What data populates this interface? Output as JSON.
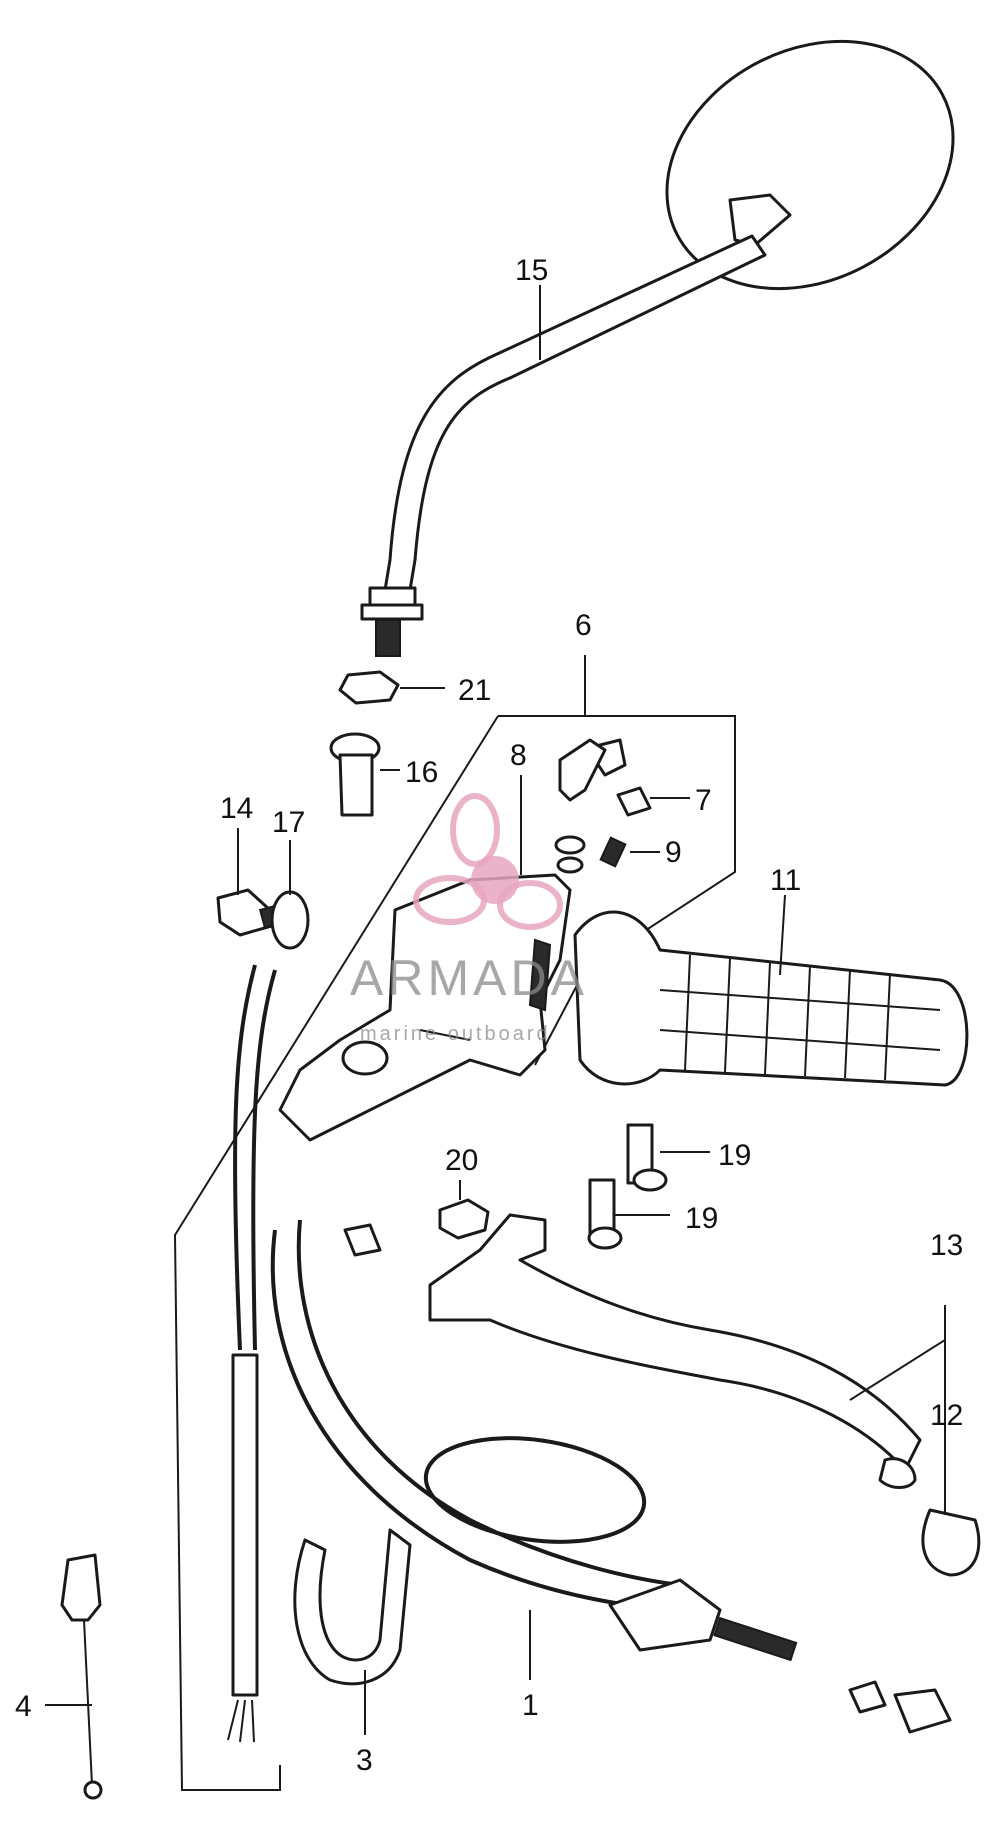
{
  "callouts": {
    "c1": "1",
    "c3": "3",
    "c4": "4",
    "c6": "6",
    "c7": "7",
    "c8": "8",
    "c9": "9",
    "c11": "11",
    "c12": "12",
    "c13": "13",
    "c14": "14",
    "c15": "15",
    "c16": "16",
    "c17": "17",
    "c19a": "19",
    "c19b": "19",
    "c20": "20",
    "c21": "21"
  },
  "watermark": {
    "brand": "ARMADA",
    "tagline": "marine outboard",
    "logo_icon": "propeller-logo-icon",
    "color": "#e8a6c0"
  }
}
